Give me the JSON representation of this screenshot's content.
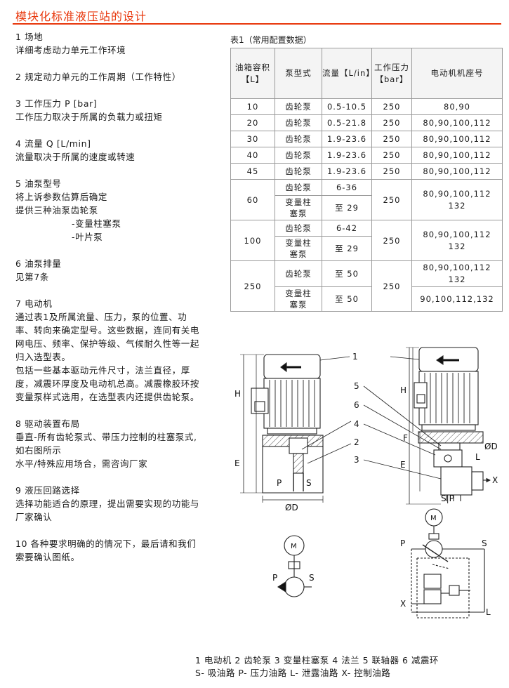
{
  "title": "模块化标准液压站的设计",
  "sections": [
    {
      "heading": "1 场地",
      "lines": [
        "详细考虑动力单元工作环境"
      ]
    },
    {
      "heading": "2 规定动力单元的工作周期（工作特性）",
      "lines": []
    },
    {
      "heading": "3 工作压力 P [bar]",
      "lines": [
        "工作压力取决于所属的负载力或扭矩"
      ]
    },
    {
      "heading": "4 流量 Q [L/min]",
      "lines": [
        "流量取决于所属的速度或转速"
      ]
    },
    {
      "heading": "5 油泵型号",
      "lines": [
        "将上诉参数估算后确定",
        "提供三种油泵齿轮泵"
      ],
      "indented": [
        "-变量柱塞泵",
        "-叶片泵"
      ]
    },
    {
      "heading": "6 油泵排量",
      "lines": [
        "见第7条"
      ]
    },
    {
      "heading": "7 电动机",
      "lines": [
        "通过表1及所属流量、压力，泵的位置、功率、转向来确定型号。这些数据，连同有关电网电压、频率、保护等级、气候耐久性等一起归入选型表。",
        "包括一些基本驱动元件尺寸，法兰直径，厚度，减震环厚度及电动机总高。减震橡胶环按变量泵样式选用，在选型表内还提供齿轮泵。"
      ]
    },
    {
      "heading": "8 驱动装置布局",
      "lines": [
        "垂直-所有齿轮泵式、带压力控制的柱塞泵式,如右图所示",
        "水平/特殊应用场合，需咨询厂家"
      ]
    },
    {
      "heading": "9 液压回路选择",
      "lines": [
        "选择功能适合的原理，提出需要实现的功能与厂家确认"
      ]
    },
    {
      "heading": "10 各种要求明确的的情况下，最后请和我们索要确认图纸。",
      "lines": []
    }
  ],
  "table": {
    "caption": "表1（常用配置数据）",
    "headers": [
      "油箱容积【L】",
      "泵型式",
      "流量【L/in】",
      "工作压力【bar】",
      "电动机机座号"
    ],
    "simple_rows": [
      [
        "10",
        "齿轮泵",
        "0.5-10.5",
        "250",
        "80,90"
      ],
      [
        "20",
        "齿轮泵",
        "0.5-21.8",
        "250",
        "80,90,100,112"
      ],
      [
        "30",
        "齿轮泵",
        "1.9-23.6",
        "250",
        "80,90,100,112"
      ],
      [
        "40",
        "齿轮泵",
        "1.9-23.6",
        "250",
        "80,90,100,112"
      ],
      [
        "45",
        "齿轮泵",
        "1.9-23.6",
        "250",
        "80,90,100,112"
      ]
    ],
    "group_60": {
      "tank": "60",
      "pump1": "齿轮泵",
      "flow1": "6-36",
      "pump2": "变量柱塞泵",
      "flow2": "至 29",
      "pressure": "250",
      "motor": "80,90,100,112 132"
    },
    "group_100": {
      "tank": "100",
      "pump1": "齿轮泵",
      "flow1": "6-42",
      "pump2": "变量柱塞泵",
      "flow2": "至 29",
      "pressure": "250",
      "motor": "80,90,100,112 132"
    },
    "group_250": {
      "tank": "250",
      "pump1": "齿轮泵",
      "flow1": "至 50",
      "pump2": "变量柱塞泵",
      "flow2": "至 50",
      "pressure": "250",
      "motor1": "80,90,100,112 132",
      "motor2": "90,100,112,132"
    }
  },
  "drawing_labels": {
    "H": "H",
    "E": "E",
    "F": "F",
    "D": "ØD",
    "P": "P",
    "S": "S",
    "L": "L",
    "X": "X",
    "SP": "S|P",
    "M": "M",
    "callouts": [
      "1",
      "5",
      "6",
      "4",
      "2",
      "3"
    ]
  },
  "legend": {
    "line1": "1 电动机   2 齿轮泵  3 变量柱塞泵  4 法兰   5 联轴器 6 减震环",
    "line2": "S- 吸油路  P- 压力油路  L- 泄露油路   X- 控制油路"
  }
}
